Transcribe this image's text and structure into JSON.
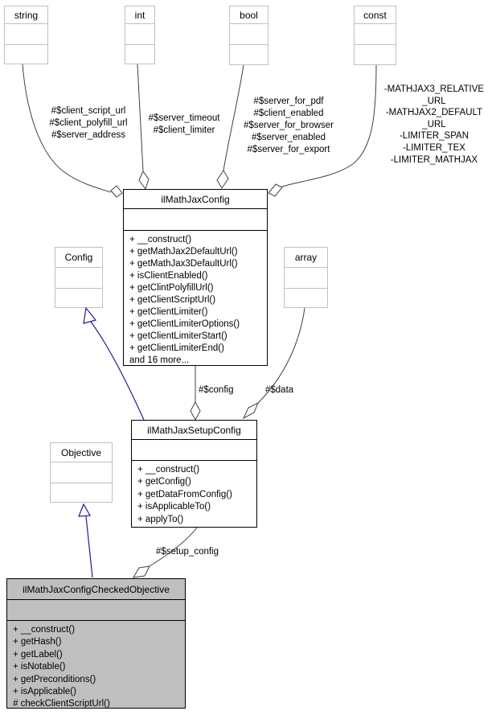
{
  "colors": {
    "edge_color": "#404040",
    "inherit_color": "#202090",
    "plain_border": "#c0c0c0",
    "class_border": "#000000",
    "highlight_fill": "#bfbfbf",
    "bg": "#ffffff"
  },
  "classes": {
    "string_type": {
      "name": "string"
    },
    "int_type": {
      "name": "int"
    },
    "bool_type": {
      "name": "bool"
    },
    "const_type": {
      "name": "const"
    },
    "config_base": {
      "name": "Config"
    },
    "array_type": {
      "name": "array"
    },
    "objective_base": {
      "name": "Objective"
    },
    "mathjax_config": {
      "name": "ilMathJaxConfig",
      "methods": [
        "+ __construct()",
        "+ getMathJax2DefaultUrl()",
        "+ getMathJax3DefaultUrl()",
        "+ isClientEnabled()",
        "+ getClintPolyfillUrl()",
        "+ getClientScriptUrl()",
        "+ getClientLimiter()",
        "+ getClientLimiterOptions()",
        "+ getClientLimiterStart()",
        "+ getClientLimiterEnd()",
        "and 16 more..."
      ]
    },
    "mathjax_setup_config": {
      "name": "ilMathJaxSetupConfig",
      "methods": [
        "+ __construct()",
        "+ getConfig()",
        "+ getDataFromConfig()",
        "+ isApplicableTo()",
        "+ applyTo()"
      ]
    },
    "mathjax_config_checked_objective": {
      "name": "ilMathJaxConfigCheckedObjective",
      "methods": [
        "+ __construct()",
        "+ getHash()",
        "+ getLabel()",
        "+ isNotable()",
        "+ getPreconditions()",
        "+ isApplicable()",
        "# checkClientScriptUrl()"
      ]
    }
  },
  "edge_labels": {
    "string_fields": "#$client_script_url\n#$client_polyfill_url\n#$server_address",
    "int_fields": "#$server_timeout\n#$client_limiter",
    "bool_fields": "#$server_for_pdf\n#$client_enabled\n#$server_for_browser\n#$server_enabled\n#$server_for_export",
    "const_fields": "-MATHJAX3_RELATIVE\n_URL\n-MATHJAX2_DEFAULT\n_URL\n-LIMITER_SPAN\n-LIMITER_TEX\n-LIMITER_MATHJAX",
    "config_field": "#$config",
    "data_field": "#$data",
    "setup_config_field": "#$setup_config"
  }
}
